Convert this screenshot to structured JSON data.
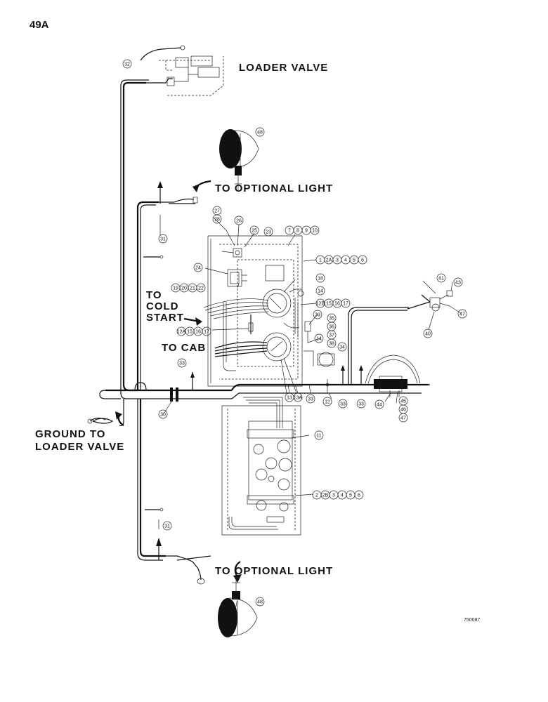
{
  "page": {
    "number": "49A",
    "reference": "750087"
  },
  "labels": {
    "loader_valve": "LOADER VALVE",
    "optional_light_top": "TO OPTIONAL LIGHT",
    "cold_start_line1": "TO",
    "cold_start_line2": "COLD",
    "cold_start_line3": "START",
    "to_cab": "TO CAB",
    "ground_line1": "GROUND TO",
    "ground_line2": "LOADER VALVE",
    "optional_light_bottom": "TO OPTIONAL LIGHT"
  },
  "callouts": {
    "c32": "32",
    "c48a": "48",
    "c27": "27",
    "c28": "28",
    "c26": "26",
    "c25": "25",
    "c23": "23",
    "c7": "7",
    "c8": "8",
    "c9": "9",
    "c10": "10",
    "c1": "1",
    "c2a": "2A",
    "c3a": "3",
    "c4a": "4",
    "c5a": "5",
    "c6a": "6",
    "c31a": "31",
    "c24": "24",
    "c19": "19",
    "c20": "20",
    "c21": "21",
    "c22": "22",
    "c18": "18",
    "c14a": "14",
    "c12b": "12B",
    "c15a": "15",
    "c16a": "16",
    "c17a": "17",
    "c12a": "12A",
    "c15b": "15",
    "c16b": "16",
    "c17b": "17",
    "c39": "39",
    "c35": "35",
    "c36": "36",
    "c37": "37",
    "c38": "38",
    "c14b": "14",
    "c34": "34",
    "c41": "41",
    "c43": "43",
    "c47a": "47",
    "c40": "40",
    "c33a": "33",
    "c13": "13",
    "c13a": "13A",
    "c33b": "33",
    "c12": "12",
    "c33c": "33",
    "c33d": "33",
    "c44": "44",
    "c45": "45",
    "c46": "46",
    "c47b": "47",
    "c30": "30",
    "c11": "11",
    "c2b": "2",
    "c2bb": "2B",
    "c3b": "3",
    "c4b": "4",
    "c5b": "5",
    "c6b": "6",
    "c31b": "31",
    "c48b": "48"
  }
}
